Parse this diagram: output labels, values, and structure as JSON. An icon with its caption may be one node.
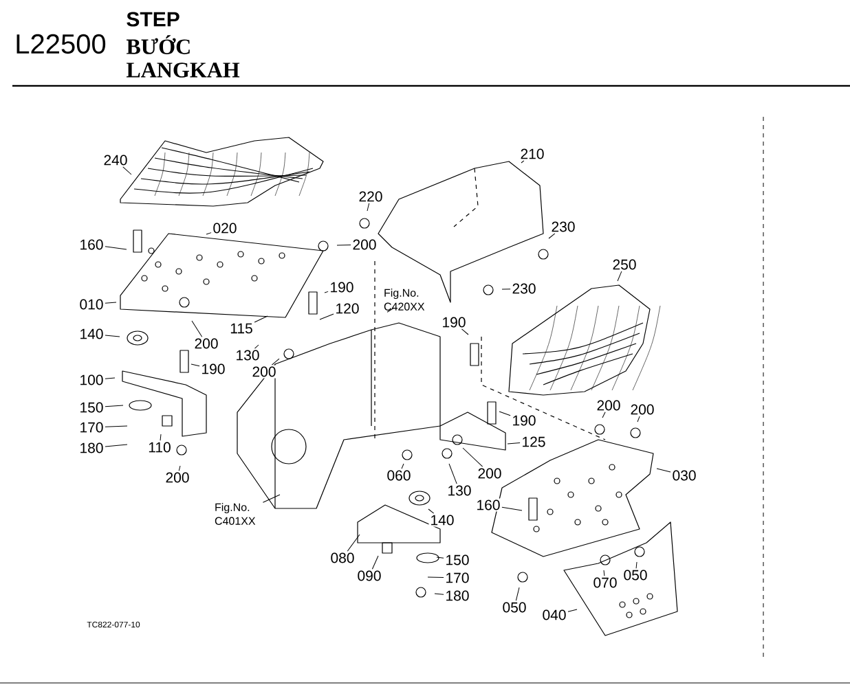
{
  "diagram": {
    "nodes": [
      {
        "text": [
          "240"
        ]
      },
      {
        "text": [
          "020"
        ]
      },
      {
        "text": [
          "160"
        ]
      },
      {
        "text": [
          "200"
        ]
      },
      {
        "text": [
          "190"
        ]
      },
      {
        "text": [
          "010"
        ]
      },
      {
        "text": [
          "120"
        ]
      },
      {
        "text": [
          "115"
        ]
      },
      {
        "text": [
          "140"
        ]
      },
      {
        "text": [
          "130"
        ]
      },
      {
        "text": [
          "200"
        ]
      },
      {
        "text": [
          "190"
        ]
      },
      {
        "text": [
          "200"
        ]
      },
      {
        "text": [
          "100"
        ]
      },
      {
        "text": [
          "150"
        ]
      },
      {
        "text": [
          "170"
        ]
      },
      {
        "text": [
          "180"
        ]
      },
      {
        "text": [
          "110"
        ]
      },
      {
        "text": [
          "200"
        ]
      },
      {
        "text": [
          "Fig.No. C420XX"
        ]
      },
      {
        "text": [
          "Fig.No. C401XX"
        ]
      },
      {
        "text": [
          "210"
        ]
      },
      {
        "text": [
          "220"
        ]
      },
      {
        "text": [
          "230"
        ]
      },
      {
        "text": [
          "230"
        ]
      },
      {
        "text": [
          "250"
        ]
      },
      {
        "text": [
          "190"
        ]
      },
      {
        "text": [
          "190"
        ]
      },
      {
        "text": [
          "200"
        ]
      },
      {
        "text": [
          "200"
        ]
      },
      {
        "text": [
          "125"
        ]
      },
      {
        "text": [
          "030"
        ]
      },
      {
        "text": [
          "200"
        ]
      },
      {
        "text": [
          "060"
        ]
      },
      {
        "text": [
          "130"
        ]
      },
      {
        "text": [
          "160"
        ]
      },
      {
        "text": [
          "140"
        ]
      },
      {
        "text": [
          "080"
        ]
      },
      {
        "text": [
          "090"
        ]
      },
      {
        "text": [
          "150"
        ]
      },
      {
        "text": [
          "170"
        ]
      },
      {
        "text": [
          "180"
        ]
      },
      {
        "text": [
          "070"
        ]
      },
      {
        "text": [
          "050"
        ]
      },
      {
        "text": [
          "050"
        ]
      },
      {
        "text": [
          "040"
        ]
      }
    ],
    "edges": [
      {
        "from": 0,
        "to": null,
        "arrow": "none"
      },
      {
        "from": 1,
        "to": null,
        "arrow": "none"
      },
      {
        "from": 2,
        "to": null,
        "arrow": "none"
      },
      {
        "from": 3,
        "to": null,
        "arrow": "none"
      },
      {
        "from": 4,
        "to": null,
        "arrow": "none"
      },
      {
        "from": 5,
        "to": null,
        "arrow": "none"
      },
      {
        "from": 6,
        "to": null,
        "arrow": "none"
      },
      {
        "from": 7,
        "to": null,
        "arrow": "none"
      },
      {
        "from": 8,
        "to": null,
        "arrow": "none"
      },
      {
        "from": 9,
        "to": null,
        "arrow": "none"
      },
      {
        "from": 10,
        "to": null,
        "arrow": "none"
      },
      {
        "from": 11,
        "to": null,
        "arrow": "none"
      },
      {
        "from": 12,
        "to": null,
        "arrow": "none"
      },
      {
        "from": 13,
        "to": null,
        "arrow": "none"
      },
      {
        "from": 14,
        "to": null,
        "arrow": "none"
      },
      {
        "from": 15,
        "to": null,
        "arrow": "none"
      },
      {
        "from": 16,
        "to": null,
        "arrow": "none"
      },
      {
        "from": 17,
        "to": null,
        "arrow": "none"
      },
      {
        "from": 18,
        "to": null,
        "arrow": "none"
      },
      {
        "from": 19,
        "to": null,
        "arrow": "none"
      },
      {
        "from": 20,
        "to": null,
        "arrow": "none"
      },
      {
        "from": 21,
        "to": null,
        "arrow": "none"
      },
      {
        "from": 22,
        "to": null,
        "arrow": "none"
      },
      {
        "from": 23,
        "to": null,
        "arrow": "none"
      },
      {
        "from": 24,
        "to": null,
        "arrow": "none"
      },
      {
        "from": 25,
        "to": null,
        "arrow": "none"
      },
      {
        "from": 26,
        "to": null,
        "arrow": "none"
      },
      {
        "from": 27,
        "to": null,
        "arrow": "none"
      },
      {
        "from": 28,
        "to": null,
        "arrow": "none"
      },
      {
        "from": 29,
        "to": null,
        "arrow": "none"
      },
      {
        "from": 30,
        "to": null,
        "arrow": "none"
      },
      {
        "from": 31,
        "to": null,
        "arrow": "none"
      },
      {
        "from": 32,
        "to": null,
        "arrow": "none"
      },
      {
        "from": 33,
        "to": null,
        "arrow": "none"
      },
      {
        "from": 34,
        "to": null,
        "arrow": "none"
      },
      {
        "from": 35,
        "to": null,
        "arrow": "none"
      },
      {
        "from": 36,
        "to": null,
        "arrow": "none"
      },
      {
        "from": 37,
        "to": null,
        "arrow": "none"
      },
      {
        "from": 38,
        "to": null,
        "arrow": "none"
      },
      {
        "from": 39,
        "to": null,
        "arrow": "none"
      },
      {
        "from": 40,
        "to": null,
        "arrow": "none"
      },
      {
        "from": 41,
        "to": null,
        "arrow": "none"
      },
      {
        "from": 42,
        "to": null,
        "arrow": "none"
      },
      {
        "from": 43,
        "to": null,
        "arrow": "none"
      },
      {
        "from": 44,
        "to": null,
        "arrow": "none"
      },
      {
        "from": 45,
        "to": null,
        "arrow": "none"
      }
    ],
    "labels": [
      "L22500",
      "STEP",
      "BƯỚC",
      "LANGKAH",
      "TC822-077-10"
    ]
  }
}
